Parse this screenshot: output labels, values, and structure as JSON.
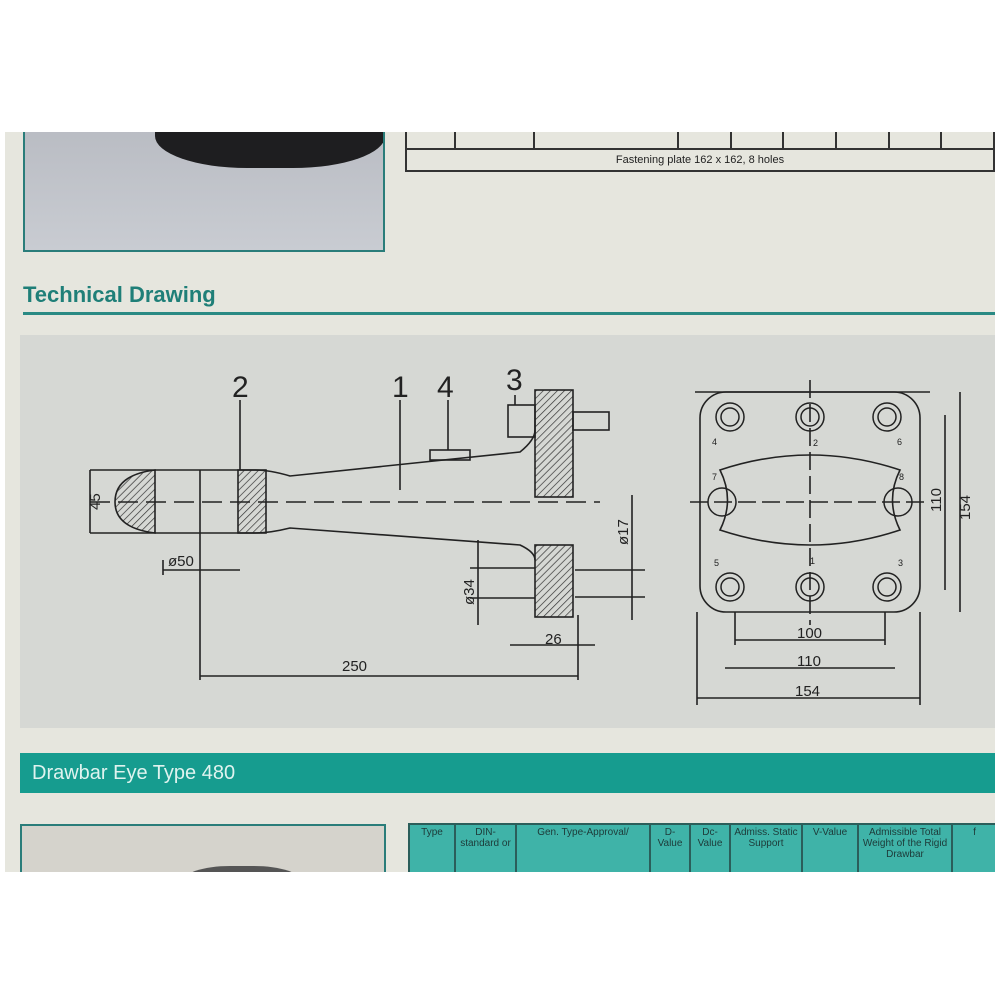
{
  "top_table": {
    "note": "Fastening plate 162 x 162, 8 holes"
  },
  "section_title": "Technical Drawing",
  "drawing": {
    "part_labels": [
      "2",
      "1",
      "4",
      "3"
    ],
    "side_dims": {
      "height": "45",
      "eye_diameter": "ø50",
      "length": "250",
      "neck_diameter": "ø34",
      "hole_diameter": "ø17",
      "flange_thickness": "26"
    },
    "plate_dims": {
      "hole_spacing_inner": "100",
      "hole_spacing": "110",
      "plate_width": "154",
      "vertical_spacing": "110",
      "plate_height": "154"
    },
    "hole_numbers": [
      "4",
      "2",
      "6",
      "7",
      "8",
      "5",
      "1",
      "3"
    ]
  },
  "product_bar": "Drawbar Eye Type 480",
  "bottom_table": {
    "headers": [
      "Type",
      "DIN-standard or",
      "Gen. Type-Approval/",
      "D-Value",
      "Dc-Value",
      "Admiss. Static Support",
      "V-Value",
      "Admissible Total Weight of the Rigid Drawbar",
      "f"
    ]
  },
  "colors": {
    "accent": "#169c8f",
    "heading": "#1f7f78"
  }
}
